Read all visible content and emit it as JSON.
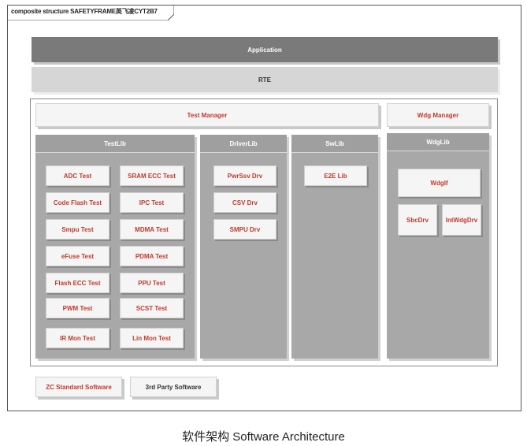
{
  "frame": {
    "title": "composite structure SAFETYFRAME英飞凌CYT2B7"
  },
  "layers": {
    "application": "Application",
    "rte": "RTE"
  },
  "managers": {
    "test": "Test Manager",
    "wdg": "Wdg Manager"
  },
  "libs": {
    "testlib": {
      "title": "TestLib",
      "items": [
        "ADC Test",
        "SRAM ECC Test",
        "Code Flash Test",
        "IPC Test",
        "Smpu Test",
        "MDMA Test",
        "eFuse Test",
        "PDMA Test",
        "Flash ECC Test",
        "PPU Test",
        "PWM Test",
        "SCST Test",
        "IR Mon Test",
        "Lin Mon Test"
      ]
    },
    "driverlib": {
      "title": "DriverLib",
      "items": [
        "PwrSsv Drv",
        "CSV Drv",
        "SMPU Drv"
      ]
    },
    "swlib": {
      "title": "SwLib",
      "items": [
        "E2E Lib"
      ]
    },
    "wdglib": {
      "title": "WdgLib",
      "items": [
        "WdgIf",
        "SbcDrv",
        "IntWdgDrv"
      ]
    }
  },
  "legend": {
    "zc": "ZC Standard Software",
    "third_party": "3rd Party Software"
  },
  "colors": {
    "accent_text": "#c0392b",
    "lib_bg": "#a8a8a8",
    "app_bg": "#7a7a7a",
    "rte_bg": "#d6d6d6"
  },
  "caption": "软件架构 Software Architecture"
}
